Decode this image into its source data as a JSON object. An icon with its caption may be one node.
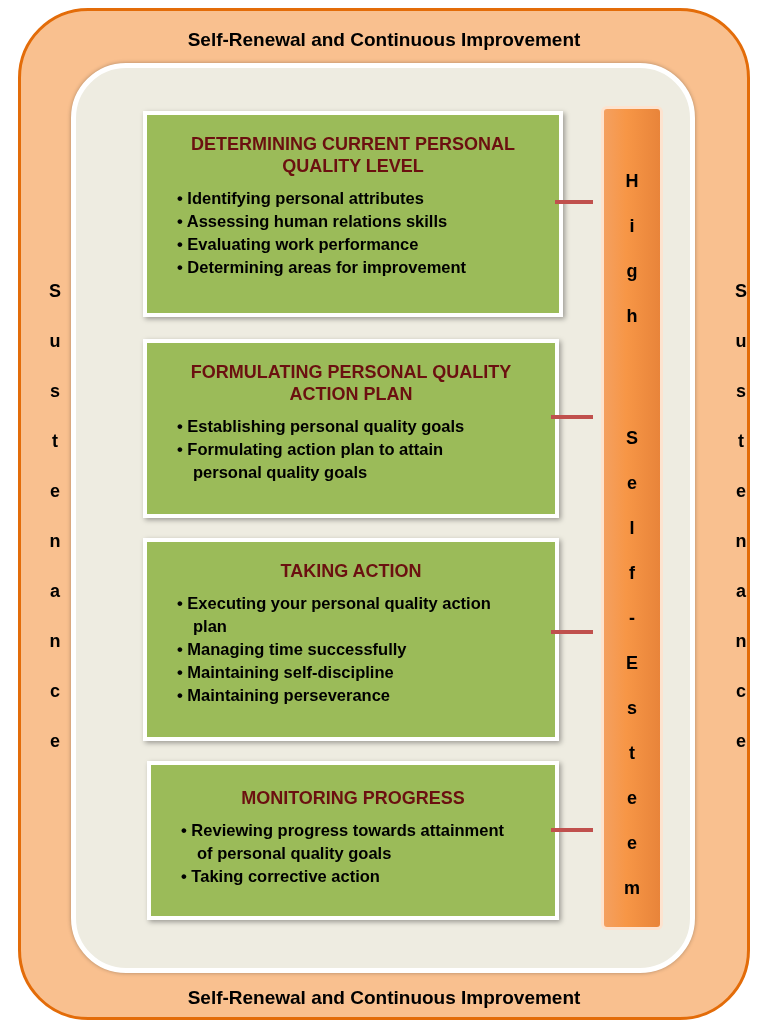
{
  "diagram": {
    "nodes": [
      {
        "text": [
          "Self-Renewal and Continuous Improvement",
          "Sustenance",
          "Sustenance",
          "Self-Renewal and Continuous Improvement"
        ]
      },
      {
        "text": [],
        "shape": "box",
        "in": 0
      },
      {
        "text": [
          "DETERMINING CURRENT PERSONAL QUALITY LEVEL",
          "• Identifying personal attributes",
          "• Assessing human relations skills",
          "• Evaluating work performance",
          "• Determining areas for improvement"
        ],
        "in": 1
      },
      {
        "text": [
          "FORMULATING PERSONAL QUALITY ACTION PLAN",
          "• Establishing personal quality goals",
          "• Formulating action plan to attain personal quality goals"
        ],
        "in": 1
      },
      {
        "text": [
          "TAKING ACTION",
          "• Executing your personal quality action plan",
          "• Managing time successfully",
          "• Maintaining self-discipline",
          "• Maintaining perseverance"
        ],
        "in": 1
      },
      {
        "text": [
          "MONITORING PROGRESS",
          "• Reviewing progress towards attainment of personal quality goals",
          "• Taking corrective action"
        ],
        "in": 1
      },
      {
        "text": [
          "High Self-Esteem"
        ],
        "in": 1
      }
    ],
    "edges": [
      {
        "from": 2,
        "to": 6,
        "arrow": "none"
      },
      {
        "from": 3,
        "to": 6,
        "arrow": "none"
      },
      {
        "from": 4,
        "to": 6,
        "arrow": "none"
      },
      {
        "from": 5,
        "to": 6,
        "arrow": "none"
      }
    ]
  }
}
